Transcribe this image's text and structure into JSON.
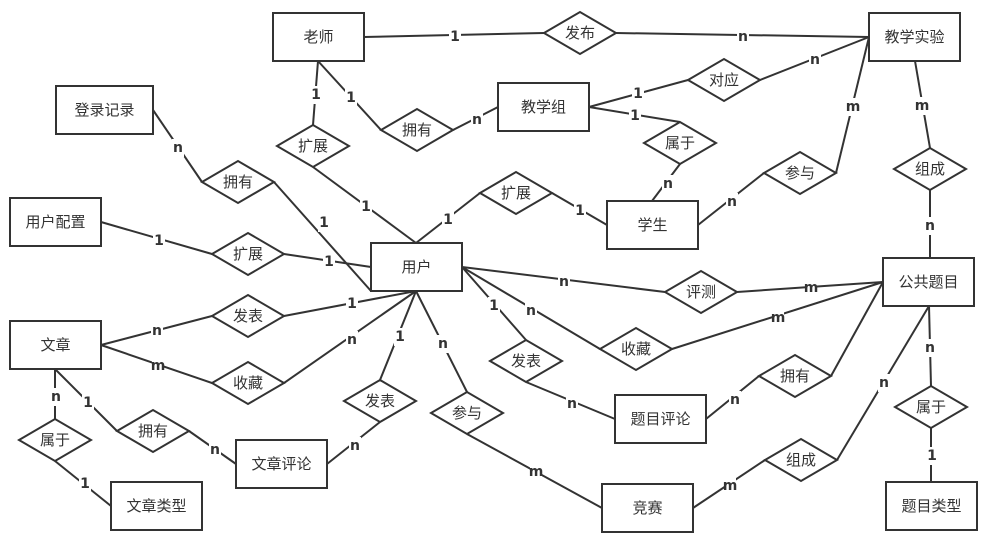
{
  "diagram": {
    "type": "er-diagram",
    "colors": {
      "stroke": "#333333",
      "text": "#333333",
      "background": "#ffffff"
    },
    "entities": [
      {
        "id": "teacher",
        "label": "老师"
      },
      {
        "id": "experiment",
        "label": "教学实验"
      },
      {
        "id": "login_record",
        "label": "登录记录"
      },
      {
        "id": "teaching_group",
        "label": "教学组"
      },
      {
        "id": "user_config",
        "label": "用户配置"
      },
      {
        "id": "student",
        "label": "学生"
      },
      {
        "id": "user",
        "label": "用户"
      },
      {
        "id": "public_question",
        "label": "公共题目"
      },
      {
        "id": "article",
        "label": "文章"
      },
      {
        "id": "article_comment",
        "label": "文章评论"
      },
      {
        "id": "question_comment",
        "label": "题目评论"
      },
      {
        "id": "article_type",
        "label": "文章类型"
      },
      {
        "id": "competition",
        "label": "竞赛"
      },
      {
        "id": "question_type",
        "label": "题目类型"
      }
    ],
    "relationships": [
      {
        "id": "publish_exp",
        "label": "发布",
        "from": "teacher",
        "from_card": "1",
        "to": "experiment",
        "to_card": "n"
      },
      {
        "id": "correspond",
        "label": "对应",
        "from": "teaching_group",
        "from_card": "1",
        "to": "experiment",
        "to_card": "n"
      },
      {
        "id": "teacher_owns_group",
        "label": "拥有",
        "from": "teacher",
        "from_card": "1",
        "to": "teaching_group",
        "to_card": "n"
      },
      {
        "id": "teacher_extends_user",
        "label": "扩展",
        "from": "teacher",
        "from_card": "1",
        "to": "user",
        "to_card": "1"
      },
      {
        "id": "student_belongs_group",
        "label": "属于",
        "from": "teaching_group",
        "from_card": "1",
        "to": "student",
        "to_card": "n"
      },
      {
        "id": "user_owns_login",
        "label": "拥有",
        "from": "login_record",
        "from_card": "n",
        "to": "user",
        "to_card": "1"
      },
      {
        "id": "student_extends_user",
        "label": "扩展",
        "from": "user",
        "from_card": "1",
        "to": "student",
        "to_card": "1"
      },
      {
        "id": "student_participates",
        "label": "参与",
        "from": "student",
        "from_card": "n",
        "to": "experiment",
        "to_card": "m"
      },
      {
        "id": "exp_composed",
        "label": "组成",
        "from": "experiment",
        "from_card": "m",
        "to": "public_question",
        "to_card": "n"
      },
      {
        "id": "config_extends_user",
        "label": "扩展",
        "from": "user_config",
        "from_card": "1",
        "to": "user",
        "to_card": "1"
      },
      {
        "id": "evaluate",
        "label": "评测",
        "from": "user",
        "from_card": "n",
        "to": "public_question",
        "to_card": "m"
      },
      {
        "id": "publish_article",
        "label": "发表",
        "from": "article",
        "from_card": "n",
        "to": "user",
        "to_card": "1"
      },
      {
        "id": "collect_question",
        "label": "收藏",
        "from": "user",
        "from_card": "n",
        "to": "public_question",
        "to_card": "m"
      },
      {
        "id": "collect_article",
        "label": "收藏",
        "from": "article",
        "from_card": "m",
        "to": "user",
        "to_card": "n"
      },
      {
        "id": "publish_q_comment",
        "label": "发表",
        "from": "user",
        "from_card": "1",
        "to": "question_comment",
        "to_card": "n"
      },
      {
        "id": "question_owns_comment",
        "label": "拥有",
        "from": "question_comment",
        "from_card": "n",
        "to": "public_question",
        "to_card": ""
      },
      {
        "id": "publish_a_comment",
        "label": "发表",
        "from": "user",
        "from_card": "1",
        "to": "article_comment",
        "to_card": "n"
      },
      {
        "id": "participate_competition",
        "label": "参与",
        "from": "user",
        "from_card": "n",
        "to": "competition",
        "to_card": "m"
      },
      {
        "id": "article_belongs_type",
        "label": "属于",
        "from": "article",
        "from_card": "n",
        "to": "article_type",
        "to_card": "1"
      },
      {
        "id": "article_owns_comment",
        "label": "拥有",
        "from": "article",
        "from_card": "1",
        "to": "article_comment",
        "to_card": "n"
      },
      {
        "id": "competition_composed",
        "label": "组成",
        "from": "competition",
        "from_card": "m",
        "to": "public_question",
        "to_card": "n"
      },
      {
        "id": "question_belongs_type",
        "label": "属于",
        "from": "public_question",
        "from_card": "n",
        "to": "question_type",
        "to_card": "1"
      }
    ]
  }
}
